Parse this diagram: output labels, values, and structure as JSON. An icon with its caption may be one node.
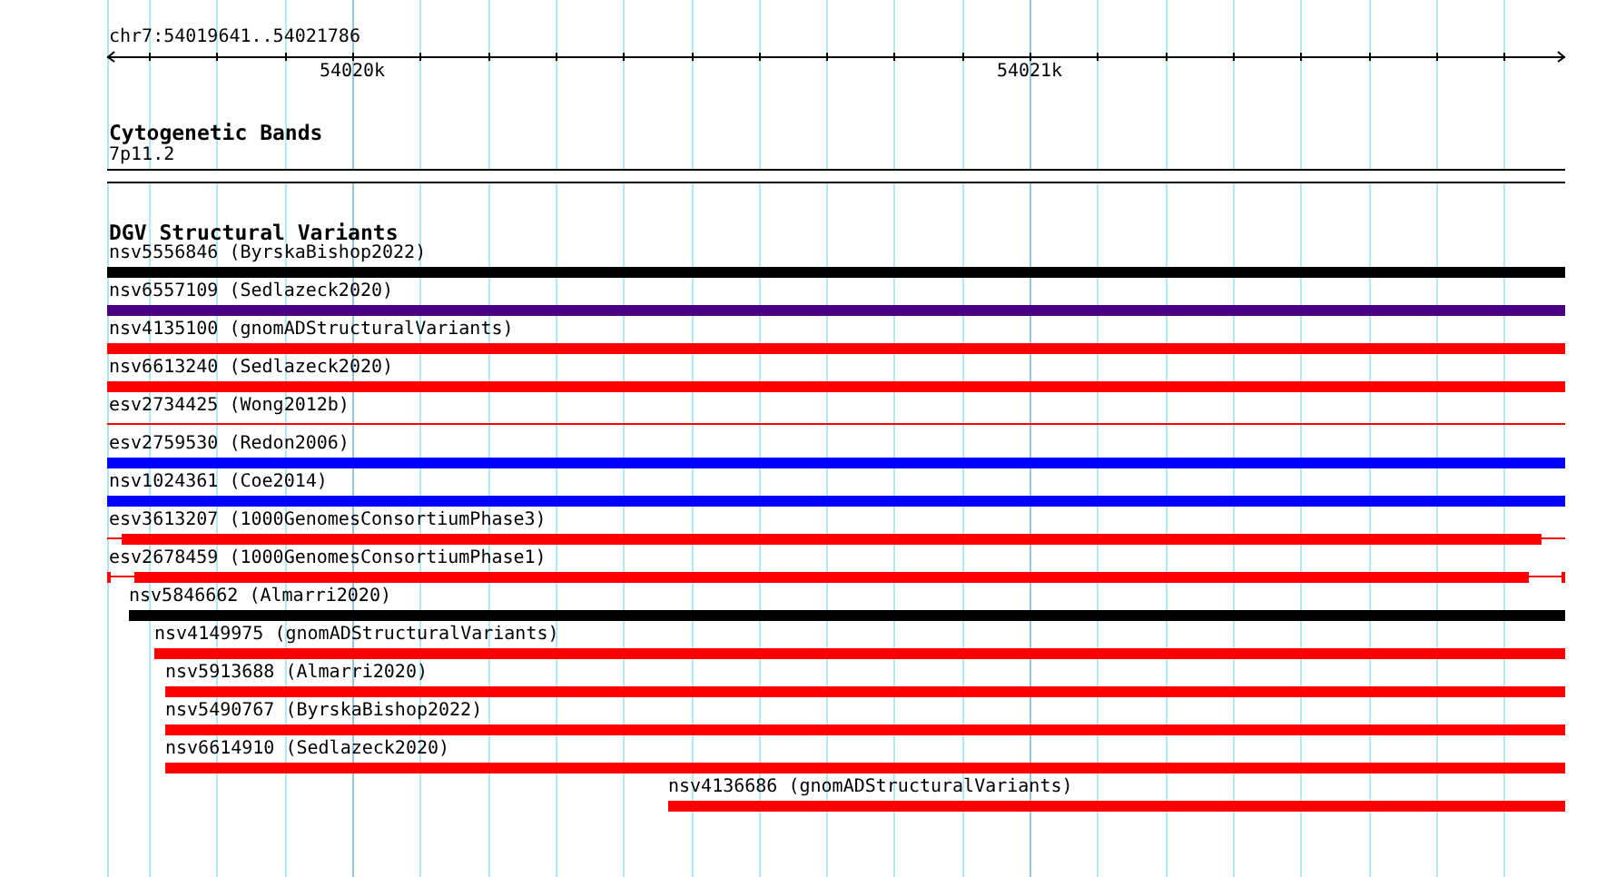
{
  "diagram": {
    "nodes": [
      {
        "text": [
          "7p11.2"
        ]
      },
      {
        "text": [
          "nsv5556846 (ByrskaBishop2022)"
        ]
      },
      {
        "text": [
          "nsv6557109 (Sedlazeck2020)"
        ]
      },
      {
        "text": [
          "nsv4135100 (gnomADStructuralVariants)"
        ]
      },
      {
        "text": [
          "nsv6613240 (Sedlazeck2020)"
        ]
      },
      {
        "text": [
          "esv2734425 (Wong2012b)"
        ]
      },
      {
        "text": [
          "esv2759530 (Redon2006)"
        ]
      },
      {
        "text": [
          "nsv1024361 (Coe2014)"
        ]
      },
      {
        "text": [
          "esv3613207 (1000GenomesConsortiumPhase3)"
        ]
      },
      {
        "text": [
          "esv2678459 (1000GenomesConsortiumPhase1)"
        ]
      },
      {
        "text": [
          "nsv5846662 (Almarri2020)"
        ]
      },
      {
        "text": [
          "nsv4149975 (gnomADStructuralVariants)"
        ]
      },
      {
        "text": [
          "nsv5913688 (Almarri2020)"
        ]
      },
      {
        "text": [
          "nsv5490767 (ByrskaBishop2022)"
        ]
      },
      {
        "text": [
          "nsv6614910 (Sedlazeck2020)"
        ]
      },
      {
        "text": [
          "nsv4136686 (gnomADStructuralVariants)"
        ]
      }
    ],
    "labels": [
      "chr7:54019641..54021786",
      "54020k",
      "54021k",
      "Cytogenetic Bands",
      "DGV Structural Variants"
    ]
  }
}
